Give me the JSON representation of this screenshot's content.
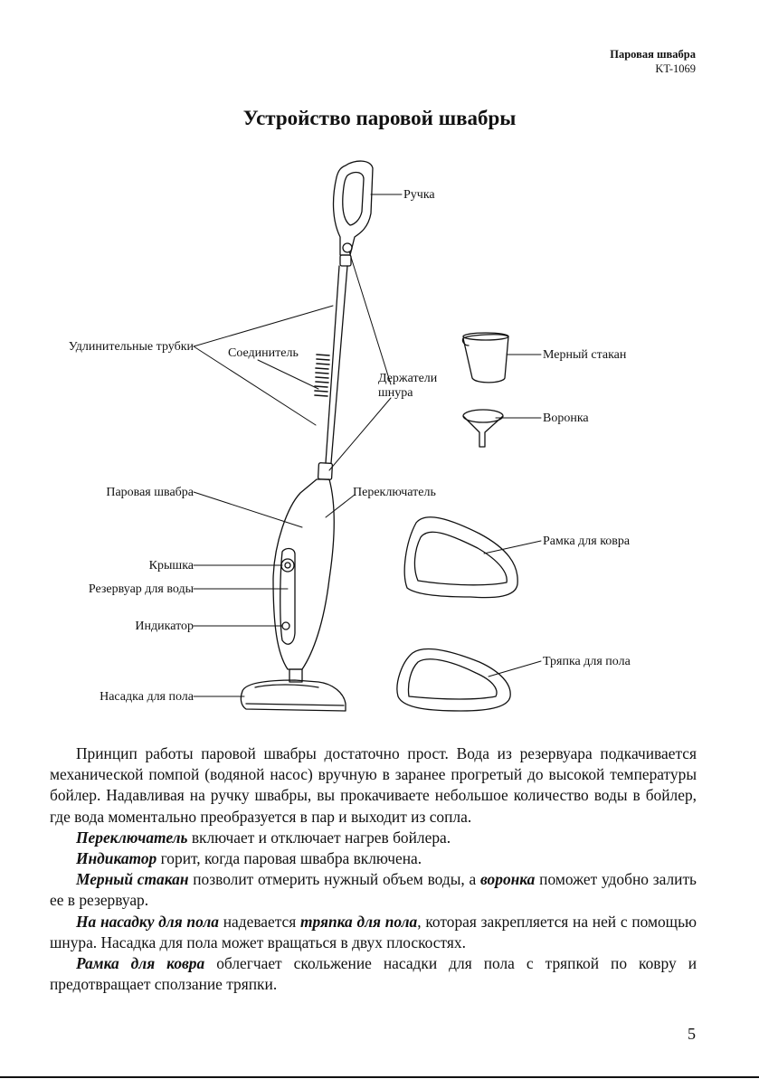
{
  "header": {
    "product": "Паровая швабра",
    "model": "KT-1069"
  },
  "title": "Устройство паровой швабры",
  "labels": {
    "handle": "Ручка",
    "extension_tubes": "Удлинительные трубки",
    "connector": "Соединитель",
    "cord_holders_1": "Держатели",
    "cord_holders_2": "шнура",
    "measuring_cup": "Мерный стакан",
    "funnel": "Воронка",
    "steam_mop": "Паровая швабра",
    "switch": "Переключатель",
    "carpet_frame": "Рамка для ковра",
    "cap": "Крышка",
    "water_tank": "Резервуар для воды",
    "indicator": "Индикатор",
    "floor_cloth": "Тряпка для пола",
    "floor_nozzle": "Насадка для пола"
  },
  "body": {
    "p1": "Принцип работы паровой швабры достаточно прост. Вода из резервуара подкачивается механической помпой (водяной насос) вручную в заранее прогретый до высокой температуры бойлер. Надавливая на ручку швабры, вы прокачиваете небольшое количество воды в бойлер, где вода моментально преобразуется в пар и выходит из сопла.",
    "p2_b": "Переключатель",
    "p2": " включает и отключает нагрев бойлера.",
    "p3_b": "Индикатор",
    "p3": " горит, когда паровая швабра включена.",
    "p4_b1": "Мерный стакан",
    "p4_a": " позволит отмерить нужный объем воды, а ",
    "p4_b2": "воронка",
    "p4_c": " поможет удобно залить ее в резервуар.",
    "p5_b1": "На насадку для пола",
    "p5_a": " надевается ",
    "p5_b2": "тряпка для пола",
    "p5_c": ", которая закрепляется на ней с помощью шнура. Насадка для пола может вращаться в двух плоскостях.",
    "p6_b": "Рамка для ковра",
    "p6": " облегчает скольжение насадки для пола с тряпкой по ковру и предотвращает сползание тряпки."
  },
  "page_number": "5"
}
